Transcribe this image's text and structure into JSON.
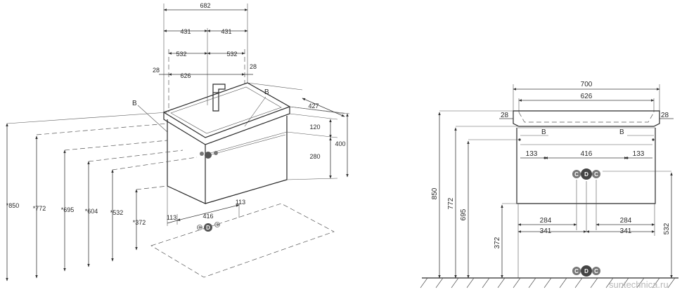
{
  "iso": {
    "top_dims": {
      "overall": "682",
      "half_left": "431",
      "half_right": "431",
      "inner_left": "532",
      "inner_right": "532",
      "bowl": "626",
      "edge_left": "28",
      "edge_right": "28"
    },
    "labels": {
      "b_left": "B",
      "b_right": "B"
    },
    "right_dims": {
      "depth": "427",
      "top_h": "120",
      "drawer_h": "280",
      "total_h": "400"
    },
    "heights": {
      "h850": "*850",
      "h772": "*772",
      "h695": "*695",
      "h604": "*604",
      "h532": "*532",
      "h372": "*372"
    },
    "bottom_dims": {
      "left": "113",
      "center": "416",
      "right": "113"
    }
  },
  "front": {
    "top": {
      "width": "700",
      "bowl": "626",
      "edge_left": "28",
      "edge_right": "28"
    },
    "labels": {
      "b_left": "B",
      "b_right": "B"
    },
    "row1": {
      "left": "133",
      "center": "416",
      "right": "133"
    },
    "row2": {
      "left_inner": "284",
      "right_inner": "284",
      "left_outer": "341",
      "right_outer": "341"
    },
    "heights": {
      "h850": "850",
      "h772": "772",
      "h695": "695",
      "h372": "372",
      "h532": "532"
    }
  },
  "icons": {
    "cold": "C",
    "drain": "D",
    "hot": "C"
  },
  "watermark": "suntechnica.ru"
}
